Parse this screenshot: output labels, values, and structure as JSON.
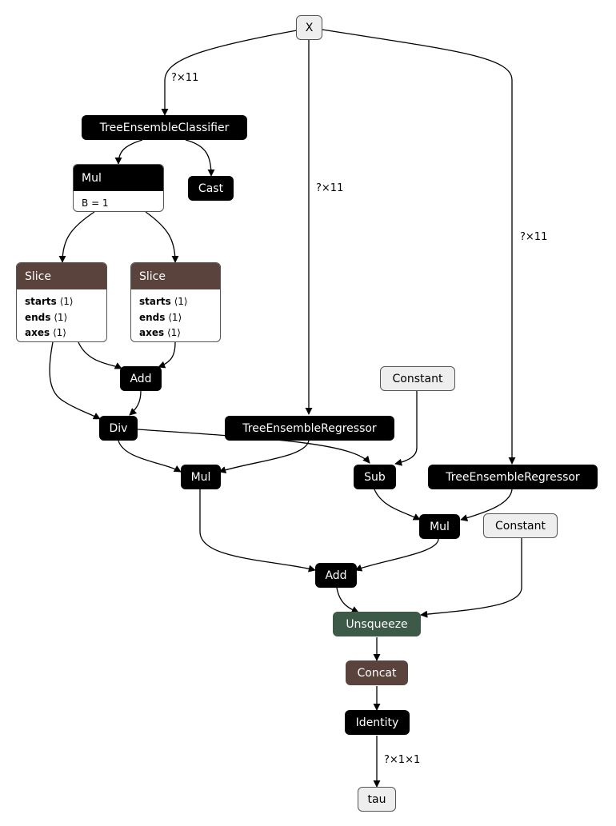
{
  "graph": {
    "nodes": {
      "x": {
        "label": "X"
      },
      "tec": {
        "label": "TreeEnsembleClassifier"
      },
      "mul1": {
        "label": "Mul",
        "attributes": [
          {
            "key": "B",
            "value": "= 1"
          }
        ]
      },
      "cast": {
        "label": "Cast"
      },
      "slice1": {
        "label": "Slice",
        "attributes": [
          {
            "key": "starts",
            "value": "⟨1⟩"
          },
          {
            "key": "ends",
            "value": "⟨1⟩"
          },
          {
            "key": "axes",
            "value": "⟨1⟩"
          }
        ]
      },
      "slice2": {
        "label": "Slice",
        "attributes": [
          {
            "key": "starts",
            "value": "⟨1⟩"
          },
          {
            "key": "ends",
            "value": "⟨1⟩"
          },
          {
            "key": "axes",
            "value": "⟨1⟩"
          }
        ]
      },
      "add1": {
        "label": "Add"
      },
      "const1": {
        "label": "Constant"
      },
      "div": {
        "label": "Div"
      },
      "ter1": {
        "label": "TreeEnsembleRegressor"
      },
      "mul2": {
        "label": "Mul"
      },
      "sub": {
        "label": "Sub"
      },
      "ter2": {
        "label": "TreeEnsembleRegressor"
      },
      "mul3": {
        "label": "Mul"
      },
      "const2": {
        "label": "Constant"
      },
      "add2": {
        "label": "Add"
      },
      "unsqueeze": {
        "label": "Unsqueeze"
      },
      "concat": {
        "label": "Concat"
      },
      "identity": {
        "label": "Identity"
      },
      "tau": {
        "label": "tau"
      }
    },
    "edge_labels": {
      "x_tec": "?×11",
      "x_ter1": "?×11",
      "x_ter2": "?×11",
      "identity_tau": "?×1×1"
    }
  }
}
